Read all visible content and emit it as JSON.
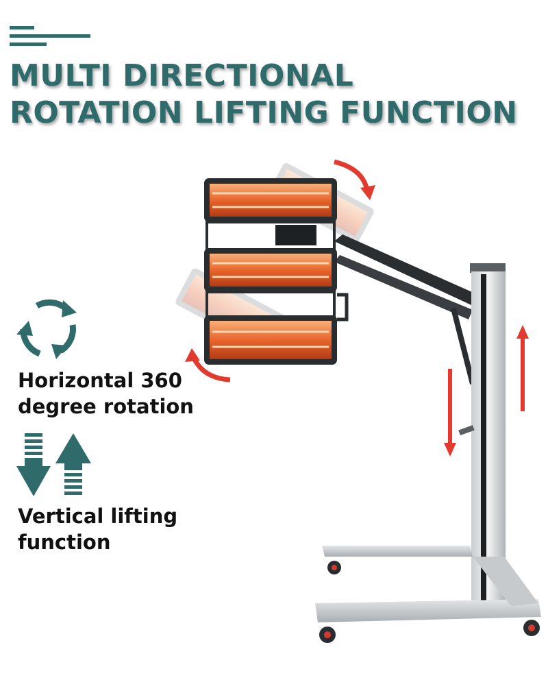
{
  "headline": {
    "line1": "MULTI DIRECTIONAL",
    "line2": "ROTATION LIFTING FUNCTION"
  },
  "features": {
    "rotation": {
      "line1": "Horizontal 360",
      "line2": "degree rotation",
      "icon": "rotate-cycle-icon"
    },
    "lifting": {
      "line1": "Vertical lifting",
      "line2": "function",
      "icon": "up-down-arrows-icon"
    }
  },
  "colors": {
    "brand_teal": "#2f6b6b",
    "heater_glow": "#e8652c",
    "motion_arrow": "#e23a2f",
    "text_dark": "#111111"
  }
}
